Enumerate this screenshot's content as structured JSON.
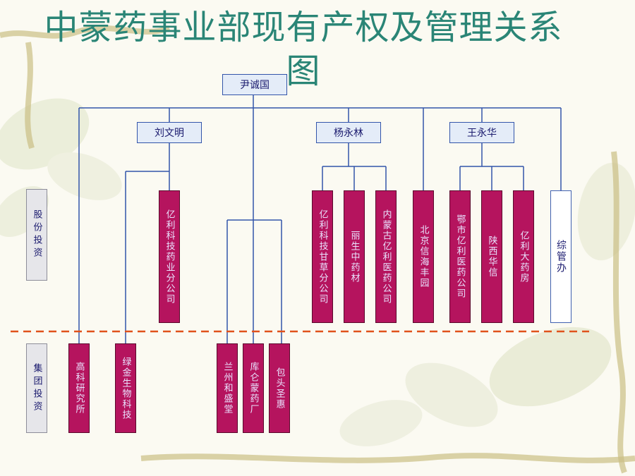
{
  "title": "中蒙药事业部现有产权及管理关系图",
  "root": "尹诚国",
  "managers": {
    "liu": "刘文明",
    "yang": "杨永林",
    "wang": "王永华"
  },
  "categories": {
    "equity": "股份投资",
    "group": "集团投资"
  },
  "nodes": {
    "yili_branch": "亿利科技药业分公司",
    "gancao": "亿利科技甘草分公司",
    "lisheng": "丽生中药材",
    "neimenggu": "内蒙古亿利医药公司",
    "beijing": "北京信海丰园",
    "eshi": "鄂市亿利医药公司",
    "shaanxi": "陕西华信",
    "dayaofang": "亿利大药房",
    "zongguan": "综管办",
    "gaoke": "高科研究所",
    "lvjin": "绿金生物科技",
    "lanzhou": "兰州和盛堂",
    "kucang": "库仑蒙药厂",
    "baotou": "包头圣惠"
  },
  "colors": {
    "title": "#2a8576",
    "node_fill": "#b5145e",
    "line": "#3355aa",
    "divider": "#e0521c"
  }
}
